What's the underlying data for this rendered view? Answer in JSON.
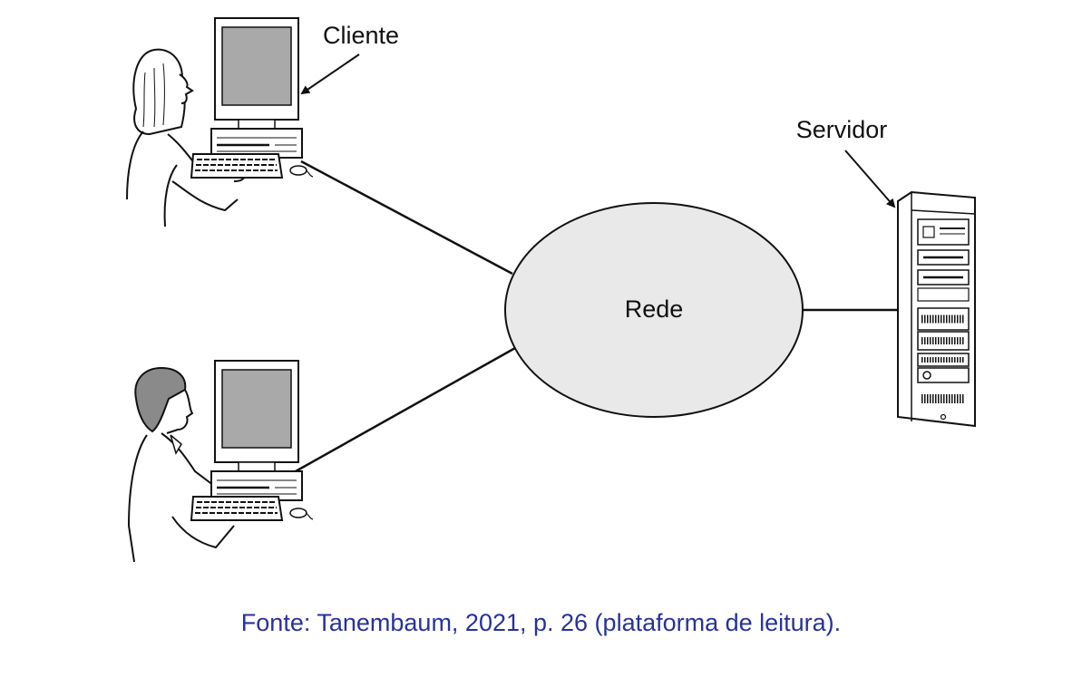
{
  "diagram": {
    "client_label": "Cliente",
    "network_label": "Rede",
    "server_label": "Servidor"
  },
  "caption": "Fonte: Tanembaum, 2021, p. 26 (plataforma de leitura).",
  "colors": {
    "caption": "#27329a",
    "network_fill": "#e9e9e9",
    "screen_fill": "#a9a9a9",
    "line": "#111111"
  }
}
